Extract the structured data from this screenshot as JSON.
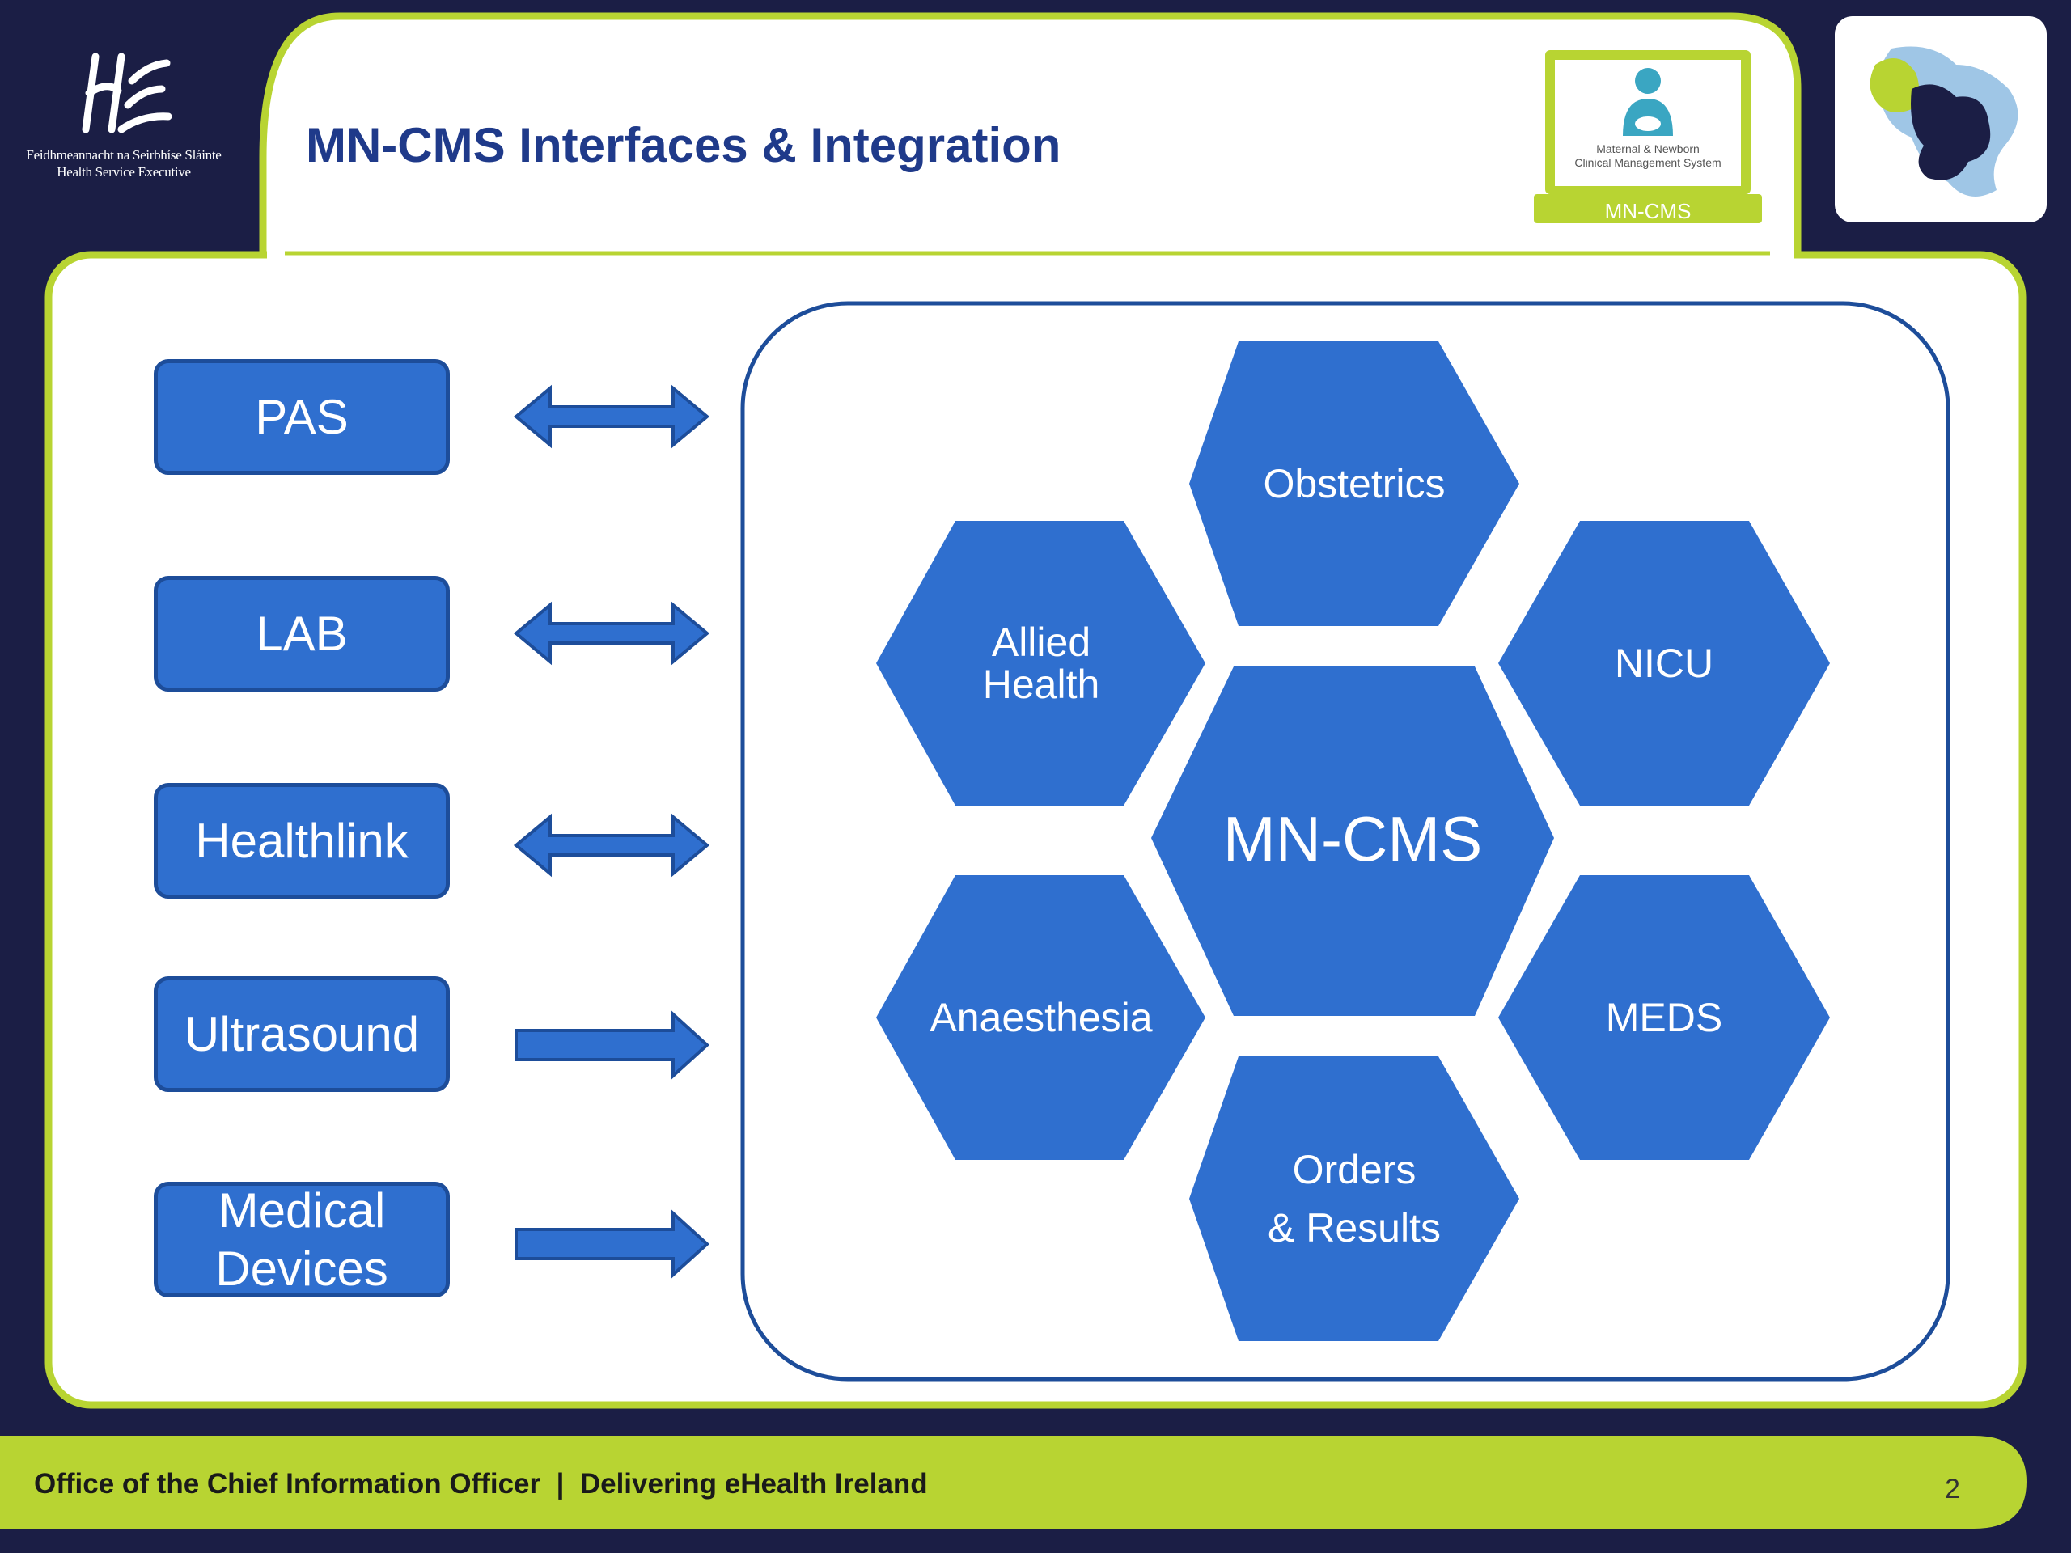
{
  "header": {
    "title": "MN-CMS Interfaces & Integration",
    "hse_logo": {
      "irish_text": "Feidhmeannacht na Seirbhíse Sláinte",
      "english_text": "Health Service Executive"
    },
    "mncms_logo": {
      "caption_line1": "Maternal & Newborn",
      "caption_line2": "Clinical Management System",
      "label": "MN-CMS"
    }
  },
  "systems": [
    {
      "label": "PAS",
      "connection": "bidirectional"
    },
    {
      "label": "LAB",
      "connection": "bidirectional"
    },
    {
      "label": "Healthlink",
      "connection": "bidirectional"
    },
    {
      "label": "Ultrasound",
      "connection": "inbound"
    },
    {
      "label_line1": "Medical",
      "label_line2": "Devices",
      "connection": "inbound"
    }
  ],
  "modules": {
    "center": "MN-CMS",
    "obstetrics": "Obstetrics",
    "allied_health_line1": "Allied",
    "allied_health_line2": "Health",
    "nicu": "NICU",
    "anaesthesia": "Anaesthesia",
    "meds": "MEDS",
    "orders_line1": "Orders",
    "orders_line2": "& Results"
  },
  "footer": {
    "text": "Office of the Chief Information Officer  |  Delivering eHealth Ireland",
    "page_number": "2"
  },
  "colors": {
    "background": "#1b1e45",
    "accent_green": "#b8d432",
    "box_blue": "#2f6fcf",
    "box_border": "#1d4d9a",
    "title_blue": "#1f3a8a"
  }
}
